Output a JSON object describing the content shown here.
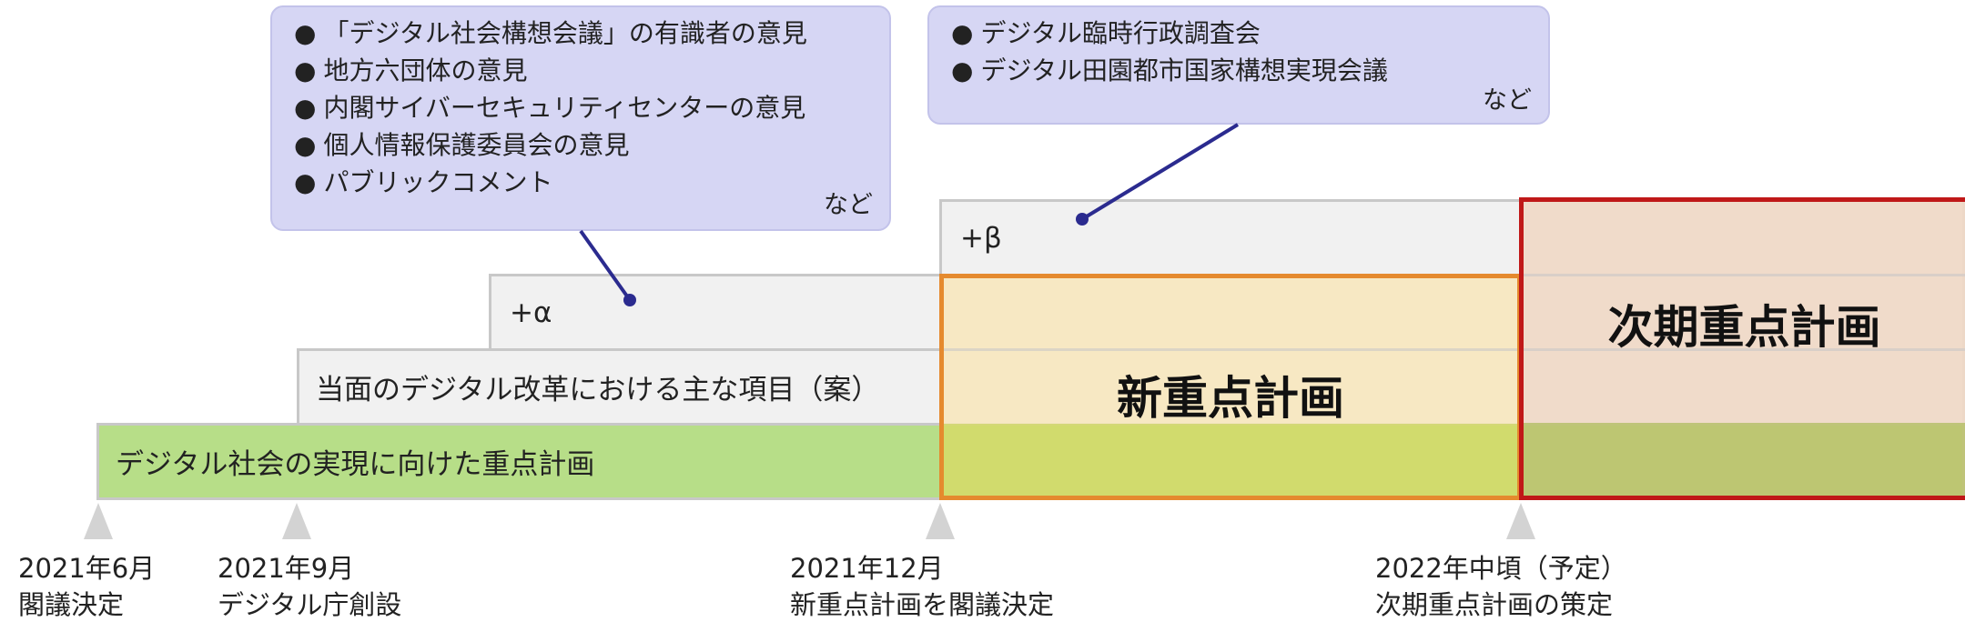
{
  "callout_left": {
    "items": [
      "「デジタル社会構想会議」の有識者の意見",
      "地方六団体の意見",
      "内閣サイバーセキュリティセンターの意見",
      "個人情報保護委員会の意見",
      "パブリックコメント"
    ],
    "suffix": "など"
  },
  "callout_right": {
    "items": [
      "デジタル臨時行政調査会",
      "デジタル田園都市国家構想実現会議"
    ],
    "suffix": "など"
  },
  "bars": {
    "beta": "+β",
    "alpha": "+α",
    "items": "当面のデジタル改革における主な項目（案）",
    "current_plan": "デジタル社会の実現に向けた重点計画"
  },
  "plans": {
    "new_plan": "新重点計画",
    "next_plan": "次期重点計画"
  },
  "milestones": [
    {
      "date": "2021年6月",
      "event": "閣議決定"
    },
    {
      "date": "2021年9月",
      "event": "デジタル庁創設"
    },
    {
      "date": "2021年12月",
      "event": "新重点計画を閣議決定"
    },
    {
      "date": "2022年中頃（予定）",
      "event": "次期重点計画の策定"
    }
  ],
  "colors": {
    "green_bar": "#b7de88",
    "gray_bar": "#f1f1f1",
    "callout": "#d6d6f4",
    "new_plan_fill": "#f7e7bf",
    "new_plan_border": "#e58a2e",
    "next_plan_fill": "#f0d9c7",
    "next_plan_border": "#c01818",
    "connector": "#2b2b8f"
  }
}
